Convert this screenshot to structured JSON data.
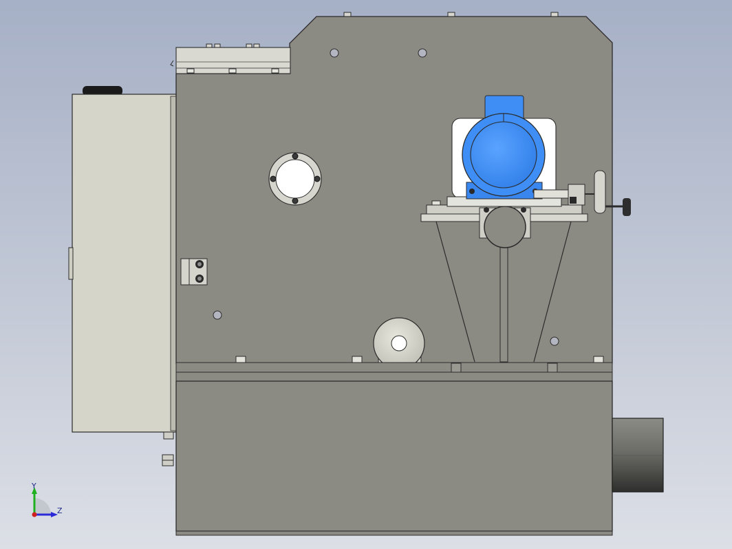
{
  "viewport": {
    "background_top": "#a6b0c6",
    "background_bottom": "#dcdfe6"
  },
  "model": {
    "parts": [
      "control-cabinet",
      "main-frame",
      "top-cover-plate",
      "motor",
      "motor-mount",
      "tensioning-handwheel",
      "inspection-cover",
      "lower-tank",
      "idler-pulley",
      "side-outlet-pipe",
      "side-terminal-block"
    ],
    "colors": {
      "frame": "#8c8b83",
      "cabinet": "#d5d4c8",
      "motor": "#3f8ef5",
      "outline": "#2b2b2b"
    }
  },
  "triad": {
    "x_label": "",
    "y_label": "Y",
    "z_label": "Z",
    "y_color": "#1fb01f",
    "z_color": "#2a2ad8",
    "origin_color": "#d02020"
  }
}
